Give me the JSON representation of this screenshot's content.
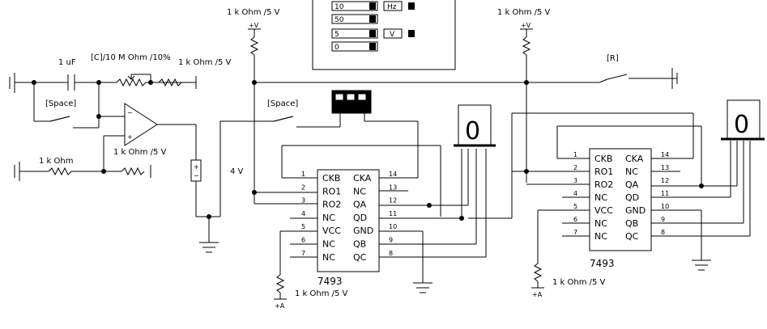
{
  "function_generator": {
    "fields": [
      {
        "value": "10",
        "unit": "Hz"
      },
      {
        "value": "50",
        "unit": ""
      },
      {
        "value": "5",
        "unit": "V"
      },
      {
        "value": "0",
        "unit": ""
      }
    ]
  },
  "labels": {
    "vcc_label": "+V",
    "pullup_left": "1 k Ohm /5 V",
    "pullup_right": "1 k Ohm /5 V",
    "pot_pullup": "1 k Ohm /5 V",
    "capacitor": "1 uF",
    "potentiometer": "[C]/10 M Ohm /10%",
    "space_switch_1": "[Space]",
    "space_switch_2": "[Space]",
    "reset_switch": "[R]",
    "input_resistor": "1 k Ohm",
    "comp_pullup": "1 k Ohm /5 V",
    "battery": "4 V",
    "chip1_name": "7493",
    "chip2_name": "7493",
    "chip1_pullup": "1 k Ohm /5 V",
    "chip2_pullup": "1 k Ohm /5 V",
    "pullup_symbol": "+A",
    "display1_digit": "0",
    "display2_digit": "0",
    "battery_plus": "+",
    "battery_minus": "−",
    "opamp_plus": "+",
    "opamp_minus": "−"
  },
  "chips": [
    {
      "left_pins": [
        {
          "num": "1",
          "name": "CKB"
        },
        {
          "num": "2",
          "name": "RO1"
        },
        {
          "num": "3",
          "name": "RO2"
        },
        {
          "num": "4",
          "name": "NC"
        },
        {
          "num": "5",
          "name": "VCC"
        },
        {
          "num": "6",
          "name": "NC"
        },
        {
          "num": "7",
          "name": "NC"
        }
      ],
      "right_pins": [
        {
          "num": "14",
          "name": "CKA"
        },
        {
          "num": "13",
          "name": "NC"
        },
        {
          "num": "12",
          "name": "QA"
        },
        {
          "num": "11",
          "name": "QD"
        },
        {
          "num": "10",
          "name": "GND"
        },
        {
          "num": "9",
          "name": "QB"
        },
        {
          "num": "8",
          "name": "QC"
        }
      ]
    },
    {
      "left_pins": [
        {
          "num": "1",
          "name": "CKB"
        },
        {
          "num": "2",
          "name": "RO1"
        },
        {
          "num": "3",
          "name": "RO2"
        },
        {
          "num": "4",
          "name": "NC"
        },
        {
          "num": "5",
          "name": "VCC"
        },
        {
          "num": "6",
          "name": "NC"
        },
        {
          "num": "7",
          "name": "NC"
        }
      ],
      "right_pins": [
        {
          "num": "14",
          "name": "CKA"
        },
        {
          "num": "13",
          "name": "NC"
        },
        {
          "num": "12",
          "name": "QA"
        },
        {
          "num": "11",
          "name": "QD"
        },
        {
          "num": "10",
          "name": "GND"
        },
        {
          "num": "9",
          "name": "QB"
        },
        {
          "num": "8",
          "name": "QC"
        }
      ]
    }
  ]
}
